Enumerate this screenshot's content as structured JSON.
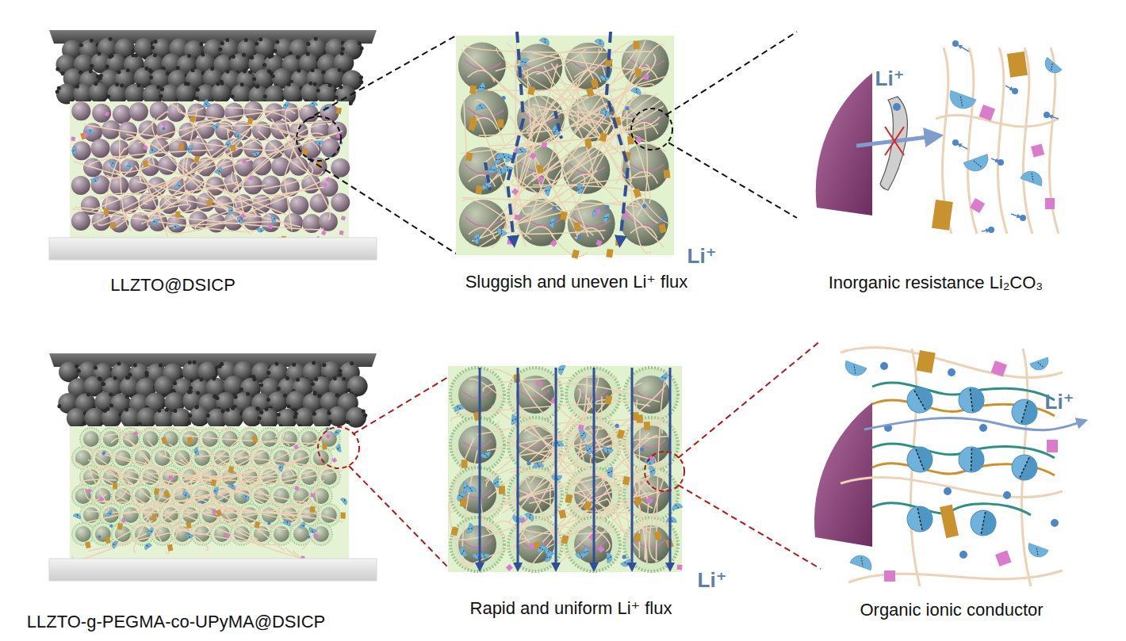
{
  "diagram": {
    "labels": [
      "Li⁺",
      "LLZTO@DSICP",
      "Sluggish and uneven Li⁺ flux",
      "Li⁺",
      "Inorganic resistance Li₂CO₃",
      "Li⁺",
      "Li⁺",
      "LLZTO-g-PEGMA-co-UPyMA@DSICP",
      "Rapid and uniform Li⁺ flux",
      "Organic ionic conductor"
    ]
  }
}
